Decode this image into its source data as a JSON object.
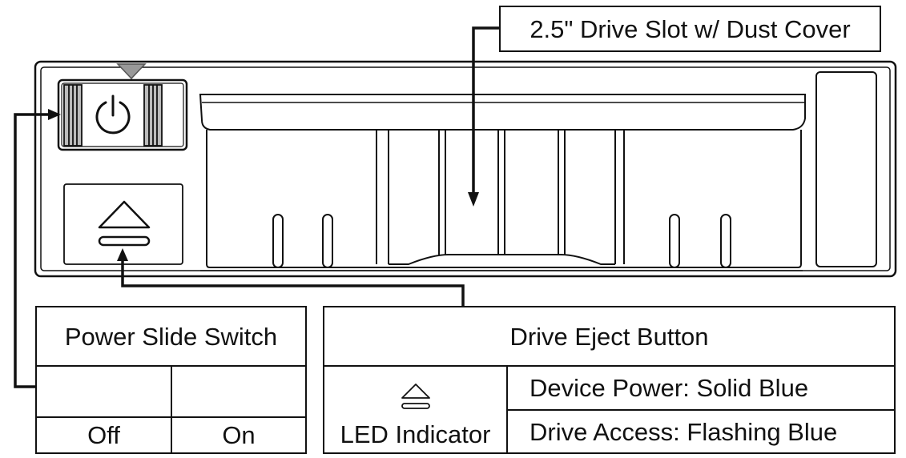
{
  "callouts": {
    "drive_slot": "2.5\" Drive Slot w/ Dust Cover"
  },
  "power_switch": {
    "title": "Power Slide Switch",
    "states": [
      "Off",
      "On"
    ],
    "icon": "power-icon"
  },
  "eject": {
    "title": "Drive Eject Button",
    "led_label": "LED Indicator",
    "icon": "eject-icon",
    "statuses": [
      "Device Power: Solid Blue",
      "Drive Access: Flashing Blue"
    ]
  }
}
